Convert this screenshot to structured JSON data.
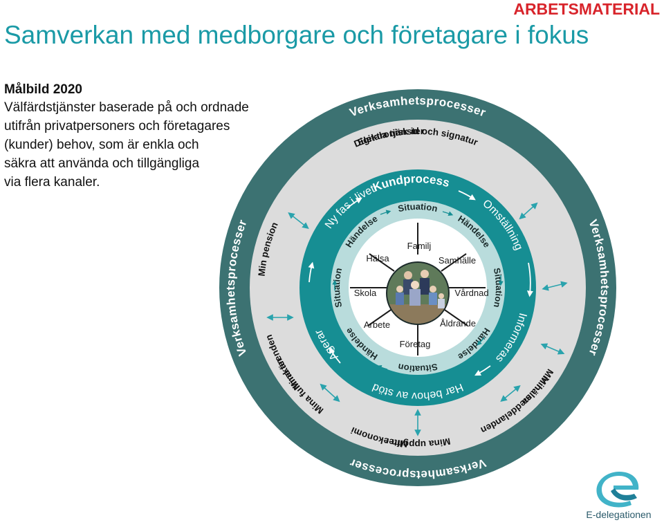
{
  "header": {
    "badge": "ARBETSMATERIAL",
    "title": "Samverkan med medborgare och företagare i fokus"
  },
  "intro": {
    "heading": "Målbild 2020",
    "body": "Välfärdstjänster baserade på och ordnade\nutifrån privatpersoners och företagares\n(kunder) behov, som är enkla och\nsäkra att använda och tillgängliga\nvia flera kanaler."
  },
  "rings": {
    "outer": {
      "top": "Verksamhetsprocesser",
      "left": "Verksamhetsprocesser",
      "right": "Verksamhetsprocesser",
      "bottom": "Verksamhetsprocesser"
    },
    "digital_services": {
      "top": "Elektronisk id och signatur",
      "mina_meddelanden": "Mina meddelanden",
      "min_ekonomi": "Min ekonomi",
      "mina_arenden": "Mina ärenden",
      "min_halsa": "Min hälsa",
      "mina_uppgifter": "Mina uppgifter",
      "mina_fullmakter": "Mina fullmakter",
      "min_pension": "Min pension",
      "digitala_tjanster": "Digitala tjänster"
    },
    "customer_process": {
      "top": "Kundprocess",
      "omstallning": "Omställning",
      "informeras": "Informeras",
      "har_behov": "Har behov av stöd",
      "agerar": "Agerar",
      "ny_fas": "Ny fas i livet"
    },
    "life_cycle": {
      "situation_top": "Situation",
      "handelse_tr": "Händelse",
      "situation_right": "Situation",
      "handelse_br": "Händelse",
      "situation_bottom": "Situation",
      "handelse_bl": "Händelse",
      "situation_left": "Situation",
      "handelse_tl": "Händelse"
    },
    "center": {
      "familj": "Familj",
      "samhalle": "Samhälle",
      "vardnad": "Vårdnad",
      "aldrande": "Åldrande",
      "foretag": "Företag",
      "arbete": "Arbete",
      "skola": "Skola",
      "halsa": "Hälsa"
    }
  },
  "logo": {
    "name": "E-delegationen"
  },
  "colors": {
    "badge": "#d8242b",
    "title": "#1a9aa6",
    "outer_ring": "#3c7272",
    "gray_ring": "#dcdcdc",
    "teal_ring": "#168e93",
    "life_ring": "#b9dcdc",
    "center": "#ffffff",
    "arrow": "#2aa3ad"
  }
}
